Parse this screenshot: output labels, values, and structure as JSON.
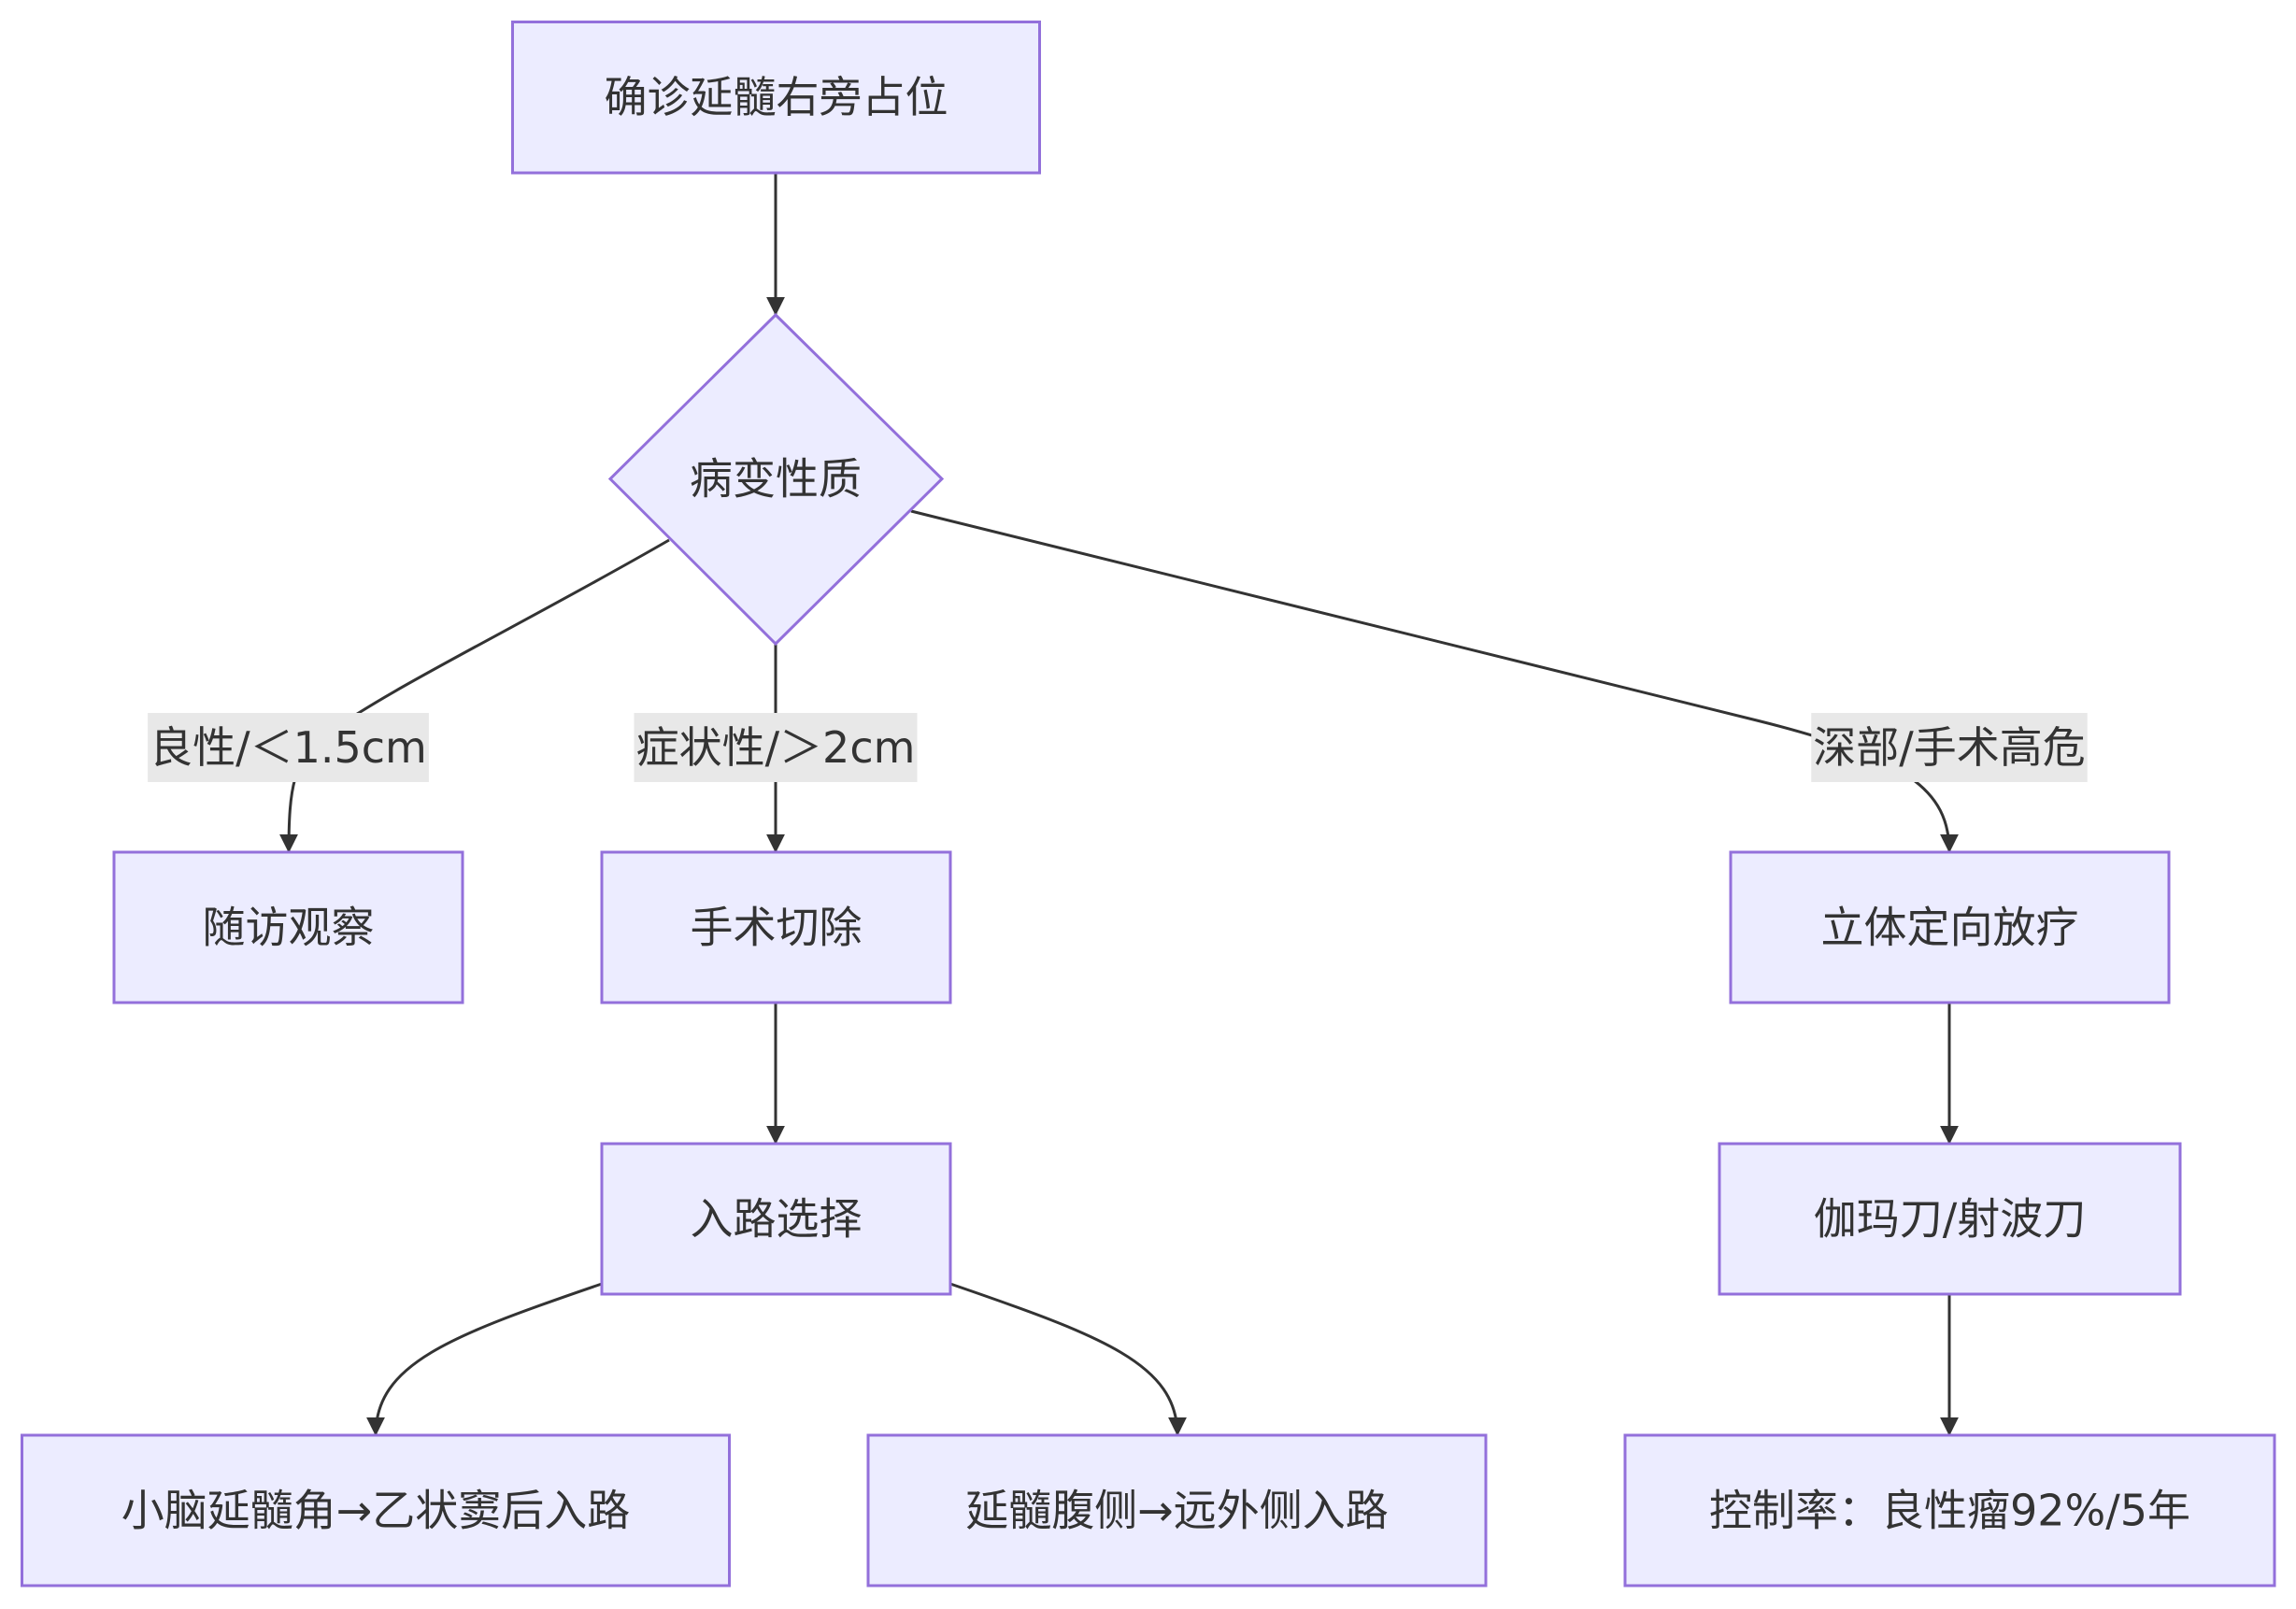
{
  "colors": {
    "background": "#FFFFFF",
    "node_fill": "#ECECFF",
    "node_stroke": "#9370DB",
    "text": "#333333",
    "edge": "#333333",
    "edge_label_bg": "#E8E8E8"
  },
  "flowchart": {
    "nodes": {
      "confirmed_lesion": "确诊延髓右旁占位",
      "lesion_nature": "病变性质",
      "follow_up": "随访观察",
      "surgical_resection": "手术切除",
      "stereotactic_radiotherapy": "立体定向放疗",
      "approach_selection": "入路选择",
      "gamma_cyber_knife": "伽玛刀/射波刀",
      "retrosigmoid_approach": "小脑延髓角→乙状窦后入路",
      "far_lateral_approach": "延髓腹侧→远外侧入路",
      "control_rate": "控制率：良性瘤92%/5年"
    },
    "edge_labels": {
      "benign_small": "良性/＜1.5cm",
      "symptomatic_large": "症状性/＞2cm",
      "deep_high_risk": "深部/手术高危"
    }
  }
}
